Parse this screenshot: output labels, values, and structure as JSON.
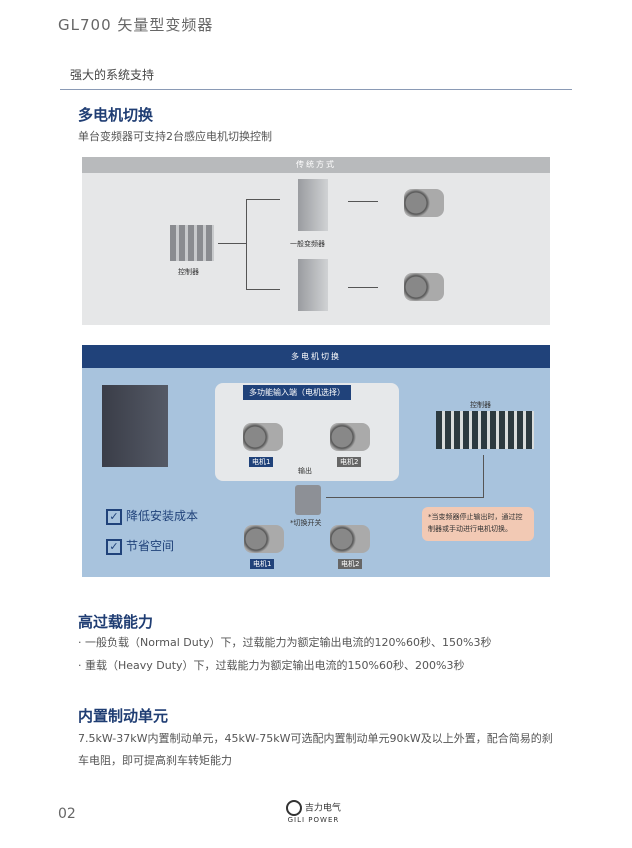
{
  "header": {
    "title": "GL700 矢量型变频器",
    "section": "强大的系统支持"
  },
  "multi_motor": {
    "title": "多电机切换",
    "subtitle": "单台变频器可支持2台感应电机切换控制",
    "traditional": {
      "bar": "传统方式",
      "controller": "控制器",
      "inverter": "一般变频器"
    },
    "switching": {
      "bar": "多电机切换",
      "input_label": "多功能输入端（电机选择）",
      "controller": "控制器",
      "output": "输出",
      "switch": "*切换开关",
      "motor1": "电机1",
      "motor2": "电机2",
      "note": "*当变频器停止输出时，通过控制器或手动进行电机切换。",
      "benefits": [
        "降低安装成本",
        "节省空间"
      ]
    }
  },
  "overload": {
    "title": "高过载能力",
    "items": [
      "· 一般负载（Normal Duty）下，过载能力为额定输出电流的120%60秒、150%3秒",
      "· 重载（Heavy Duty）下，过载能力为额定输出电流的150%60秒、200%3秒"
    ]
  },
  "braking": {
    "title": "内置制动单元",
    "text": "7.5kW-37kW内置制动单元，45kW-75kW可选配内置制动单元90kW及以上外置，配合简易的刹车电阻，即可提高刹车转矩能力"
  },
  "footer": {
    "page": "02",
    "logo_cn": "吉力电气",
    "logo_en": "GILI POWER"
  },
  "colors": {
    "navy": "#20427a",
    "light_blue": "#a8c3dd",
    "note_bg": "#f2c9b4"
  }
}
